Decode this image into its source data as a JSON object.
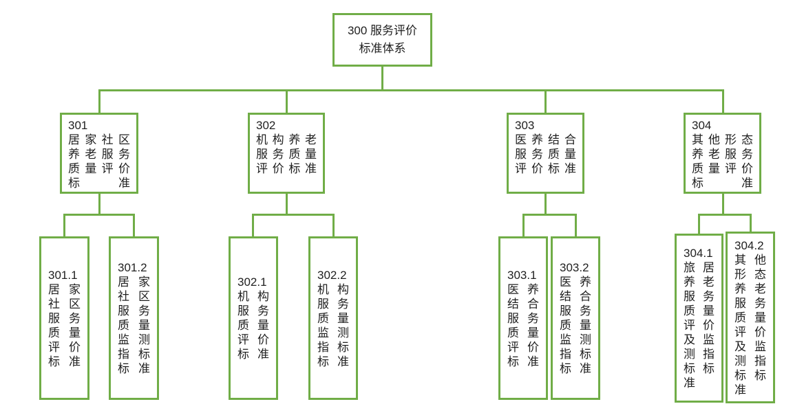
{
  "diagram": {
    "title": "300 服务评价标准体系",
    "accent_color": "#70ad47",
    "text_color": "#1f1f1f",
    "background_color": "#ffffff",
    "root": {
      "id": "300",
      "label_lines": [
        "300 服务评价",
        "标准体系"
      ]
    },
    "branches": [
      {
        "id": "301",
        "label_lines": [
          "301",
          "居家社区",
          "养老服务",
          "质量评价",
          "标准"
        ],
        "children": [
          {
            "id": "301.1",
            "label_lines": [
              "301.1",
              "居家",
              "社区",
              "服务",
              "质量",
              "评价",
              "标准"
            ]
          },
          {
            "id": "301.2",
            "label_lines": [
              "301.2",
              "居家",
              "社区",
              "服务",
              "质量",
              "监测",
              "指标",
              "标准"
            ]
          }
        ]
      },
      {
        "id": "302",
        "label_lines": [
          "302",
          "机构养老",
          "服务质量",
          "评价标准"
        ],
        "children": [
          {
            "id": "302.1",
            "label_lines": [
              "302.1",
              "机构",
              "服务",
              "质量",
              "评价",
              "标准"
            ]
          },
          {
            "id": "302.2",
            "label_lines": [
              "302.2",
              "机构",
              "服务",
              "质量",
              "监测",
              "指标",
              "标准"
            ]
          }
        ]
      },
      {
        "id": "303",
        "label_lines": [
          "303",
          "医养结合",
          "服务质量",
          "评价标准"
        ],
        "children": [
          {
            "id": "303.1",
            "label_lines": [
              "303.1",
              "医养",
              "结合",
              "服务",
              "质量",
              "评价",
              "标准"
            ]
          },
          {
            "id": "303.2",
            "label_lines": [
              "303.2",
              "医养",
              "结合",
              "服务",
              "质量",
              "监测",
              "指标",
              "标准"
            ]
          }
        ]
      },
      {
        "id": "304",
        "label_lines": [
          "304",
          "其他形态",
          "养老服务",
          "质量评价",
          "标准"
        ],
        "children": [
          {
            "id": "304.1",
            "label_lines": [
              "304.1",
              "旅居",
              "养老",
              "服务",
              "质量",
              "评价",
              "及监",
              "测指",
              "标标",
              "准"
            ]
          },
          {
            "id": "304.2",
            "label_lines": [
              "304.2",
              "其他",
              "形态",
              "养老",
              "服务",
              "质量",
              "评价",
              "及监",
              "测指",
              "标标",
              "准"
            ]
          }
        ]
      }
    ]
  }
}
